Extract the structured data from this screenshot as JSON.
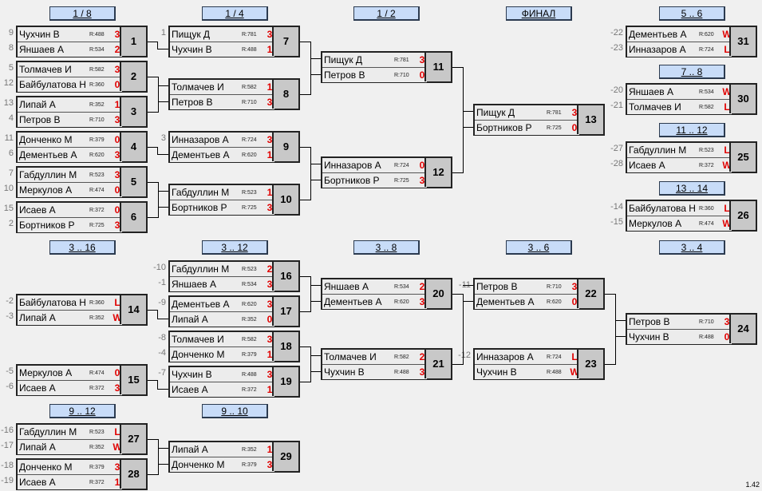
{
  "headers": [
    {
      "id": "h-1-8",
      "label": "1 / 8"
    },
    {
      "id": "h-1-4",
      "label": "1 / 4"
    },
    {
      "id": "h-1-2",
      "label": "1 / 2"
    },
    {
      "id": "h-final",
      "label": "ФИНАЛ"
    },
    {
      "id": "h-5-6",
      "label": "5 .. 6"
    },
    {
      "id": "h-7-8",
      "label": "7 .. 8"
    },
    {
      "id": "h-11-12",
      "label": "11 .. 12"
    },
    {
      "id": "h-13-14",
      "label": "13 .. 14"
    },
    {
      "id": "h-3-16",
      "label": "3 .. 16"
    },
    {
      "id": "h-3-12",
      "label": "3 .. 12"
    },
    {
      "id": "h-3-8",
      "label": "3 .. 8"
    },
    {
      "id": "h-3-6",
      "label": "3 .. 6"
    },
    {
      "id": "h-3-4",
      "label": "3 .. 4"
    },
    {
      "id": "h-9-12",
      "label": "9 .. 12"
    },
    {
      "id": "h-9-10",
      "label": "9 .. 10"
    }
  ],
  "matches": [
    {
      "num": "1",
      "p": [
        {
          "name": "Чухчин В",
          "rating": "R:488",
          "score": "3",
          "seed": "9"
        },
        {
          "name": "Яншаев А",
          "rating": "R:534",
          "score": "2",
          "seed": "8"
        }
      ]
    },
    {
      "num": "2",
      "p": [
        {
          "name": "Толмачев И",
          "rating": "R:582",
          "score": "3",
          "seed": "5"
        },
        {
          "name": "Байбулатова Н",
          "rating": "R:360",
          "score": "0",
          "seed": "12"
        }
      ]
    },
    {
      "num": "3",
      "p": [
        {
          "name": "Липай А",
          "rating": "R:352",
          "score": "1",
          "seed": "13"
        },
        {
          "name": "Петров В",
          "rating": "R:710",
          "score": "3",
          "seed": "4"
        }
      ]
    },
    {
      "num": "4",
      "p": [
        {
          "name": "Донченко М",
          "rating": "R:379",
          "score": "0",
          "seed": "11"
        },
        {
          "name": "Дементьев А",
          "rating": "R:620",
          "score": "3",
          "seed": "6"
        }
      ]
    },
    {
      "num": "5",
      "p": [
        {
          "name": "Габдуллин М",
          "rating": "R:523",
          "score": "3",
          "seed": "7"
        },
        {
          "name": "Меркулов А",
          "rating": "R:474",
          "score": "0",
          "seed": "10"
        }
      ]
    },
    {
      "num": "6",
      "p": [
        {
          "name": "Исаев А",
          "rating": "R:372",
          "score": "0",
          "seed": "15"
        },
        {
          "name": "Бортников Р",
          "rating": "R:725",
          "score": "3",
          "seed": "2"
        }
      ]
    },
    {
      "num": "7",
      "p": [
        {
          "name": "Пищук Д",
          "rating": "R:781",
          "score": "3",
          "seed": "1"
        },
        {
          "name": "Чухчин В",
          "rating": "R:488",
          "score": "1",
          "seed": ""
        }
      ]
    },
    {
      "num": "8",
      "p": [
        {
          "name": "Толмачев И",
          "rating": "R:582",
          "score": "1",
          "seed": ""
        },
        {
          "name": "Петров В",
          "rating": "R:710",
          "score": "3",
          "seed": ""
        }
      ]
    },
    {
      "num": "9",
      "p": [
        {
          "name": "Инназаров А",
          "rating": "R:724",
          "score": "3",
          "seed": "3"
        },
        {
          "name": "Дементьев А",
          "rating": "R:620",
          "score": "1",
          "seed": ""
        }
      ]
    },
    {
      "num": "10",
      "p": [
        {
          "name": "Габдуллин М",
          "rating": "R:523",
          "score": "1",
          "seed": ""
        },
        {
          "name": "Бортников Р",
          "rating": "R:725",
          "score": "3",
          "seed": ""
        }
      ]
    },
    {
      "num": "11",
      "p": [
        {
          "name": "Пищук Д",
          "rating": "R:781",
          "score": "3",
          "seed": ""
        },
        {
          "name": "Петров В",
          "rating": "R:710",
          "score": "0",
          "seed": ""
        }
      ]
    },
    {
      "num": "12",
      "p": [
        {
          "name": "Инназаров А",
          "rating": "R:724",
          "score": "0",
          "seed": ""
        },
        {
          "name": "Бортников Р",
          "rating": "R:725",
          "score": "3",
          "seed": ""
        }
      ]
    },
    {
      "num": "13",
      "p": [
        {
          "name": "Пищук Д",
          "rating": "R:781",
          "score": "3",
          "seed": ""
        },
        {
          "name": "Бортников Р",
          "rating": "R:725",
          "score": "0",
          "seed": ""
        }
      ]
    },
    {
      "num": "31",
      "p": [
        {
          "name": "Дементьев А",
          "rating": "R:620",
          "score": "W",
          "seed": "-22"
        },
        {
          "name": "Инназаров А",
          "rating": "R:724",
          "score": "L",
          "seed": "-23"
        }
      ]
    },
    {
      "num": "30",
      "p": [
        {
          "name": "Яншаев А",
          "rating": "R:534",
          "score": "W",
          "seed": "-20"
        },
        {
          "name": "Толмачев И",
          "rating": "R:582",
          "score": "L",
          "seed": "-21"
        }
      ]
    },
    {
      "num": "25",
      "p": [
        {
          "name": "Габдуллин М",
          "rating": "R:523",
          "score": "L",
          "seed": "-27"
        },
        {
          "name": "Исаев А",
          "rating": "R:372",
          "score": "W",
          "seed": "-28"
        }
      ]
    },
    {
      "num": "26",
      "p": [
        {
          "name": "Байбулатова Н",
          "rating": "R:360",
          "score": "L",
          "seed": "-14"
        },
        {
          "name": "Меркулов А",
          "rating": "R:474",
          "score": "W",
          "seed": "-15"
        }
      ]
    },
    {
      "num": "14",
      "p": [
        {
          "name": "Байбулатова Н",
          "rating": "R:360",
          "score": "L",
          "seed": "-2"
        },
        {
          "name": "Липай А",
          "rating": "R:352",
          "score": "W",
          "seed": "-3"
        }
      ]
    },
    {
      "num": "15",
      "p": [
        {
          "name": "Меркулов А",
          "rating": "R:474",
          "score": "0",
          "seed": "-5"
        },
        {
          "name": "Исаев А",
          "rating": "R:372",
          "score": "3",
          "seed": "-6"
        }
      ]
    },
    {
      "num": "16",
      "p": [
        {
          "name": "Габдуллин М",
          "rating": "R:523",
          "score": "2",
          "seed": "-10"
        },
        {
          "name": "Яншаев А",
          "rating": "R:534",
          "score": "3",
          "seed": "-1"
        }
      ]
    },
    {
      "num": "17",
      "p": [
        {
          "name": "Дементьев А",
          "rating": "R:620",
          "score": "3",
          "seed": "-9"
        },
        {
          "name": "Липай А",
          "rating": "R:352",
          "score": "0",
          "seed": ""
        }
      ]
    },
    {
      "num": "18",
      "p": [
        {
          "name": "Толмачев И",
          "rating": "R:582",
          "score": "3",
          "seed": "-8"
        },
        {
          "name": "Донченко М",
          "rating": "R:379",
          "score": "1",
          "seed": "-4"
        }
      ]
    },
    {
      "num": "19",
      "p": [
        {
          "name": "Чухчин В",
          "rating": "R:488",
          "score": "3",
          "seed": "-7"
        },
        {
          "name": "Исаев А",
          "rating": "R:372",
          "score": "1",
          "seed": ""
        }
      ]
    },
    {
      "num": "20",
      "p": [
        {
          "name": "Яншаев А",
          "rating": "R:534",
          "score": "2",
          "seed": ""
        },
        {
          "name": "Дементьев А",
          "rating": "R:620",
          "score": "3",
          "seed": ""
        }
      ]
    },
    {
      "num": "21",
      "p": [
        {
          "name": "Толмачев И",
          "rating": "R:582",
          "score": "2",
          "seed": ""
        },
        {
          "name": "Чухчин В",
          "rating": "R:488",
          "score": "3",
          "seed": ""
        }
      ]
    },
    {
      "num": "22",
      "p": [
        {
          "name": "Петров В",
          "rating": "R:710",
          "score": "3",
          "seed": "-11"
        },
        {
          "name": "Дементьев А",
          "rating": "R:620",
          "score": "0",
          "seed": ""
        }
      ]
    },
    {
      "num": "23",
      "p": [
        {
          "name": "Инназаров А",
          "rating": "R:724",
          "score": "L",
          "seed": "-12"
        },
        {
          "name": "Чухчин В",
          "rating": "R:488",
          "score": "W",
          "seed": ""
        }
      ]
    },
    {
      "num": "24",
      "p": [
        {
          "name": "Петров В",
          "rating": "R:710",
          "score": "3",
          "seed": ""
        },
        {
          "name": "Чухчин В",
          "rating": "R:488",
          "score": "0",
          "seed": ""
        }
      ]
    },
    {
      "num": "27",
      "p": [
        {
          "name": "Габдуллин М",
          "rating": "R:523",
          "score": "L",
          "seed": "-16"
        },
        {
          "name": "Липай А",
          "rating": "R:352",
          "score": "W",
          "seed": "-17"
        }
      ]
    },
    {
      "num": "28",
      "p": [
        {
          "name": "Донченко М",
          "rating": "R:379",
          "score": "3",
          "seed": "-18"
        },
        {
          "name": "Исаев А",
          "rating": "R:372",
          "score": "1",
          "seed": "-19"
        }
      ]
    },
    {
      "num": "29",
      "p": [
        {
          "name": "Липай А",
          "rating": "R:352",
          "score": "1",
          "seed": ""
        },
        {
          "name": "Донченко М",
          "rating": "R:379",
          "score": "3",
          "seed": ""
        }
      ]
    }
  ],
  "version": "1.42"
}
